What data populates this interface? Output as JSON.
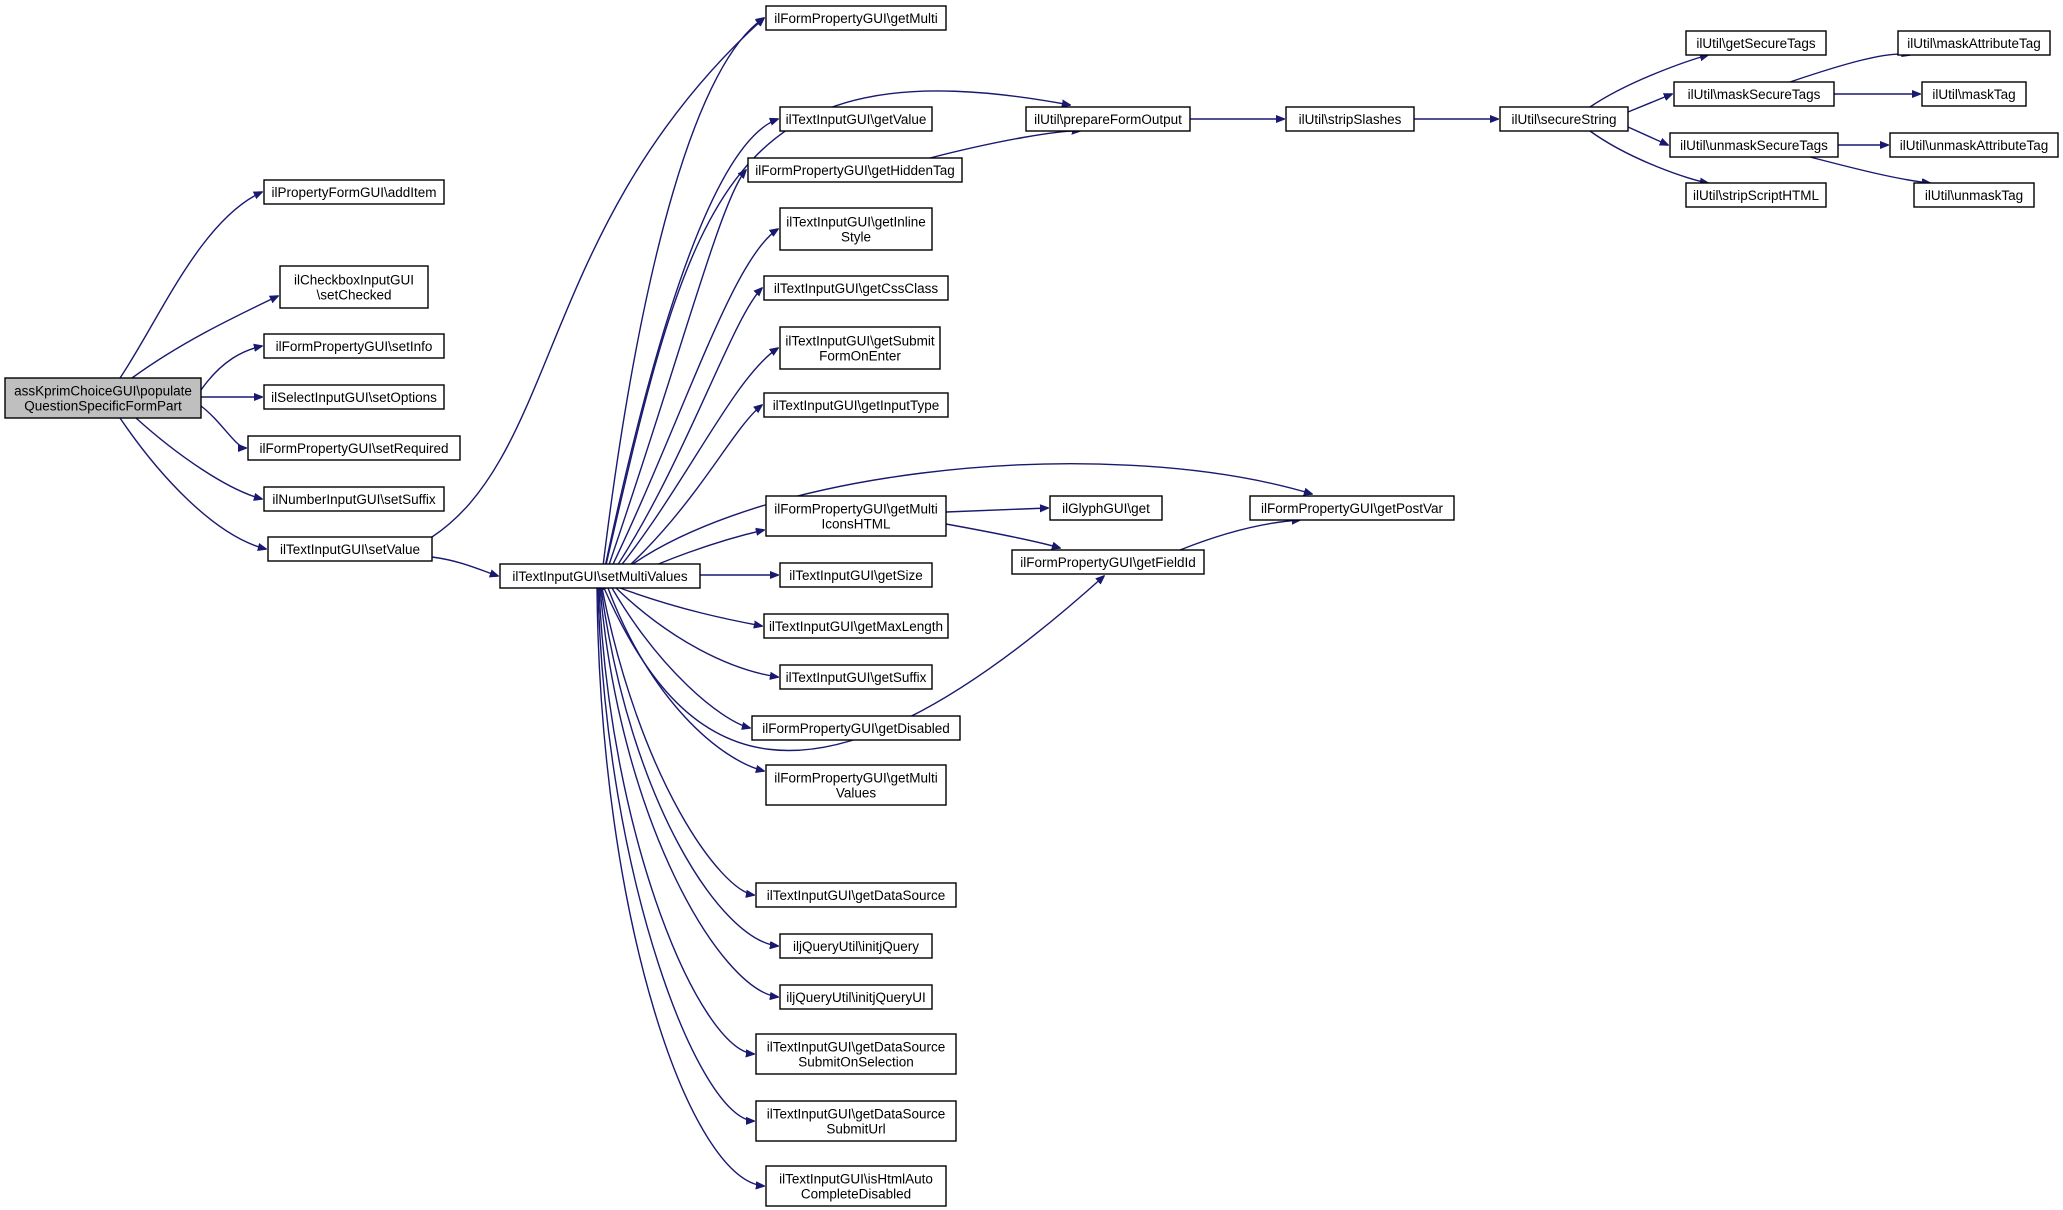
{
  "nodes": {
    "root": [
      "assKprimChoiceGUI\\populate",
      "QuestionSpecificFormPart"
    ],
    "addItem": [
      "ilPropertyFormGUI\\addItem"
    ],
    "setChecked": [
      "ilCheckboxInputGUI",
      "\\setChecked"
    ],
    "setInfo": [
      "ilFormPropertyGUI\\setInfo"
    ],
    "setOptions": [
      "ilSelectInputGUI\\setOptions"
    ],
    "setRequired": [
      "ilFormPropertyGUI\\setRequired"
    ],
    "setSuffix": [
      "ilNumberInputGUI\\setSuffix"
    ],
    "setValue": [
      "ilTextInputGUI\\setValue"
    ],
    "setMultiValues": [
      "ilTextInputGUI\\setMultiValues"
    ],
    "getMulti": [
      "ilFormPropertyGUI\\getMulti"
    ],
    "getValue": [
      "ilTextInputGUI\\getValue"
    ],
    "getHiddenTag": [
      "ilFormPropertyGUI\\getHiddenTag"
    ],
    "getInlineStyle": [
      "ilTextInputGUI\\getInline",
      "Style"
    ],
    "getCssClass": [
      "ilTextInputGUI\\getCssClass"
    ],
    "getSubmitFormOnEnter": [
      "ilTextInputGUI\\getSubmit",
      "FormOnEnter"
    ],
    "getInputType": [
      "ilTextInputGUI\\getInputType"
    ],
    "getMultiIconsHTML": [
      "ilFormPropertyGUI\\getMulti",
      "IconsHTML"
    ],
    "getSize": [
      "ilTextInputGUI\\getSize"
    ],
    "getMaxLength": [
      "ilTextInputGUI\\getMaxLength"
    ],
    "getSuffix": [
      "ilTextInputGUI\\getSuffix"
    ],
    "getDisabled": [
      "ilFormPropertyGUI\\getDisabled"
    ],
    "getMultiValues": [
      "ilFormPropertyGUI\\getMulti",
      "Values"
    ],
    "getDataSource": [
      "ilTextInputGUI\\getDataSource"
    ],
    "initjQuery": [
      "iljQueryUtil\\initjQuery"
    ],
    "initjQueryUI": [
      "iljQueryUtil\\initjQueryUI"
    ],
    "getDataSourceSubmitOnSelection": [
      "ilTextInputGUI\\getDataSource",
      "SubmitOnSelection"
    ],
    "getDataSourceSubmitUrl": [
      "ilTextInputGUI\\getDataSource",
      "SubmitUrl"
    ],
    "isHtmlAutoCompleteDisabled": [
      "ilTextInputGUI\\isHtmlAuto",
      "CompleteDisabled"
    ],
    "prepareFormOutput": [
      "ilUtil\\prepareFormOutput"
    ],
    "stripSlashes": [
      "ilUtil\\stripSlashes"
    ],
    "secureString": [
      "ilUtil\\secureString"
    ],
    "getSecureTags": [
      "ilUtil\\getSecureTags"
    ],
    "maskSecureTags": [
      "ilUtil\\maskSecureTags"
    ],
    "unmaskSecureTags": [
      "ilUtil\\unmaskSecureTags"
    ],
    "stripScriptHTML": [
      "ilUtil\\stripScriptHTML"
    ],
    "maskAttributeTag": [
      "ilUtil\\maskAttributeTag"
    ],
    "maskTag": [
      "ilUtil\\maskTag"
    ],
    "unmaskAttributeTag": [
      "ilUtil\\unmaskAttributeTag"
    ],
    "unmaskTag": [
      "ilUtil\\unmaskTag"
    ],
    "glyphGet": [
      "ilGlyphGUI\\get"
    ],
    "getFieldId": [
      "ilFormPropertyGUI\\getFieldId"
    ],
    "getPostVar": [
      "ilFormPropertyGUI\\getPostVar"
    ]
  },
  "edges": [
    [
      "root",
      "addItem"
    ],
    [
      "root",
      "setChecked"
    ],
    [
      "root",
      "setInfo"
    ],
    [
      "root",
      "setOptions"
    ],
    [
      "root",
      "setRequired"
    ],
    [
      "root",
      "setSuffix"
    ],
    [
      "root",
      "setValue"
    ],
    [
      "setValue",
      "getMulti"
    ],
    [
      "setValue",
      "setMultiValues"
    ],
    [
      "setMultiValues",
      "getMulti"
    ],
    [
      "setMultiValues",
      "prepareFormOutput"
    ],
    [
      "setMultiValues",
      "getValue"
    ],
    [
      "setMultiValues",
      "getHiddenTag"
    ],
    [
      "setMultiValues",
      "getInlineStyle"
    ],
    [
      "setMultiValues",
      "getCssClass"
    ],
    [
      "setMultiValues",
      "getSubmitFormOnEnter"
    ],
    [
      "setMultiValues",
      "getInputType"
    ],
    [
      "setMultiValues",
      "getPostVar"
    ],
    [
      "setMultiValues",
      "getMultiIconsHTML"
    ],
    [
      "setMultiValues",
      "getSize"
    ],
    [
      "setMultiValues",
      "getMaxLength"
    ],
    [
      "setMultiValues",
      "getSuffix"
    ],
    [
      "setMultiValues",
      "getDisabled"
    ],
    [
      "setMultiValues",
      "getMultiValues"
    ],
    [
      "setMultiValues",
      "getFieldId"
    ],
    [
      "setMultiValues",
      "getDataSource"
    ],
    [
      "setMultiValues",
      "initjQuery"
    ],
    [
      "setMultiValues",
      "initjQueryUI"
    ],
    [
      "setMultiValues",
      "getDataSourceSubmitOnSelection"
    ],
    [
      "setMultiValues",
      "getDataSourceSubmitUrl"
    ],
    [
      "setMultiValues",
      "isHtmlAutoCompleteDisabled"
    ],
    [
      "getHiddenTag",
      "prepareFormOutput"
    ],
    [
      "prepareFormOutput",
      "stripSlashes"
    ],
    [
      "stripSlashes",
      "secureString"
    ],
    [
      "secureString",
      "getSecureTags"
    ],
    [
      "secureString",
      "maskSecureTags"
    ],
    [
      "secureString",
      "unmaskSecureTags"
    ],
    [
      "secureString",
      "stripScriptHTML"
    ],
    [
      "maskSecureTags",
      "maskAttributeTag"
    ],
    [
      "maskSecureTags",
      "maskTag"
    ],
    [
      "unmaskSecureTags",
      "unmaskAttributeTag"
    ],
    [
      "unmaskSecureTags",
      "unmaskTag"
    ],
    [
      "getMultiIconsHTML",
      "glyphGet"
    ],
    [
      "getMultiIconsHTML",
      "getFieldId"
    ],
    [
      "getFieldId",
      "getPostVar"
    ]
  ]
}
